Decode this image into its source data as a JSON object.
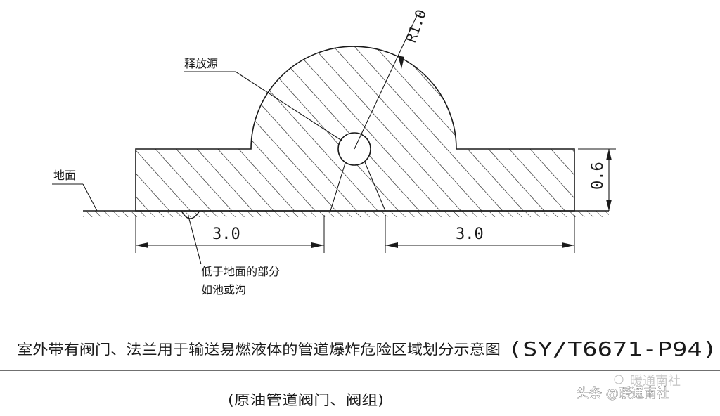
{
  "labels": {
    "radius": "R1.0",
    "release_source": "释放源",
    "ground": "地面",
    "height": "0.6",
    "left_width": "3.0",
    "right_width": "3.0",
    "low_part_line1": "低于地面的部分",
    "low_part_line2": "如池或沟"
  },
  "caption": {
    "title_cn": "室外带有阀门、法兰用于输送易燃液体的管道爆炸危险区域划分示意图",
    "title_code": "(SY/T6671-P94)",
    "subtitle": "(原油管道阀门、阀组)"
  },
  "watermark": {
    "faint": "暖通南社",
    "credit": "头条 @暖通南社"
  },
  "colors": {
    "line": "#1a1a1a",
    "background": "#ffffff"
  }
}
